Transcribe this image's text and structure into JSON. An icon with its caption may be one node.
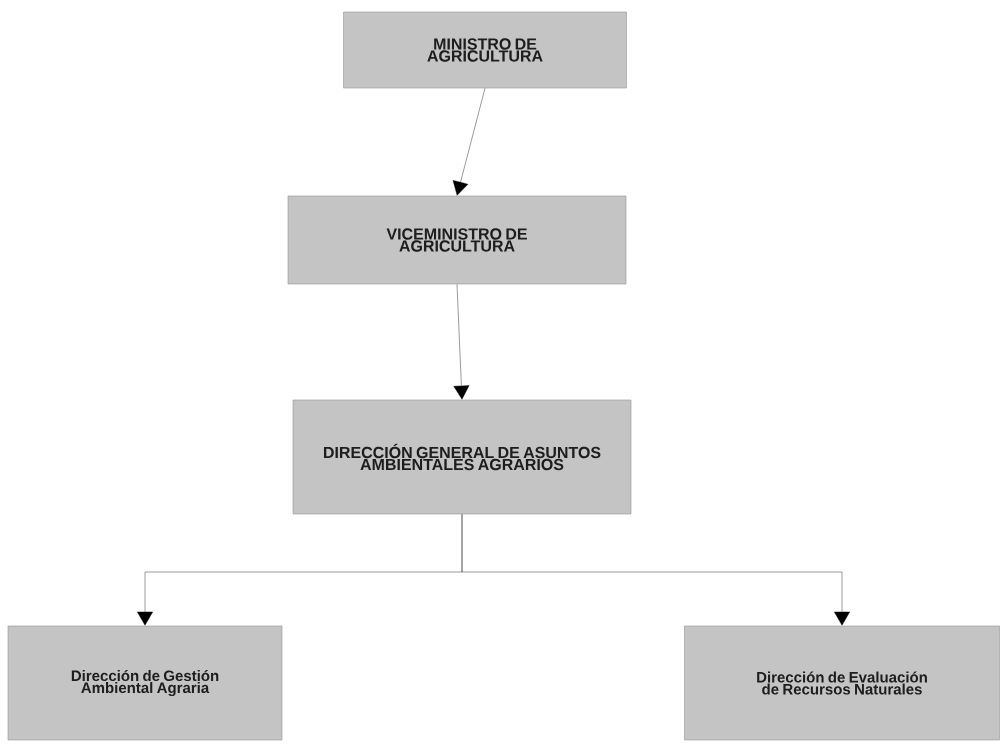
{
  "diagram": {
    "nodes": [
      {
        "text": [
          "MINISTRO DE AGRICULTURA"
        ]
      },
      {
        "text": [
          "VICEMINISTRO DE AGRICULTURA"
        ]
      },
      {
        "text": [
          "DIRECCIÓN GENERAL DE ASUNTOS AMBIENTALES AGRARIOS"
        ]
      },
      {
        "text": [
          "Dirección de Gestión Ambiental Agraria"
        ]
      },
      {
        "text": [
          "Dirección de Evaluación de Recursos Naturales"
        ]
      }
    ],
    "edges": [
      {
        "from": 0,
        "to": 1,
        "arrow": "to"
      },
      {
        "from": 1,
        "to": 2,
        "arrow": "to"
      },
      {
        "from": 2,
        "to": 3,
        "arrow": "to"
      },
      {
        "from": 2,
        "to": 4,
        "arrow": "to"
      }
    ]
  }
}
